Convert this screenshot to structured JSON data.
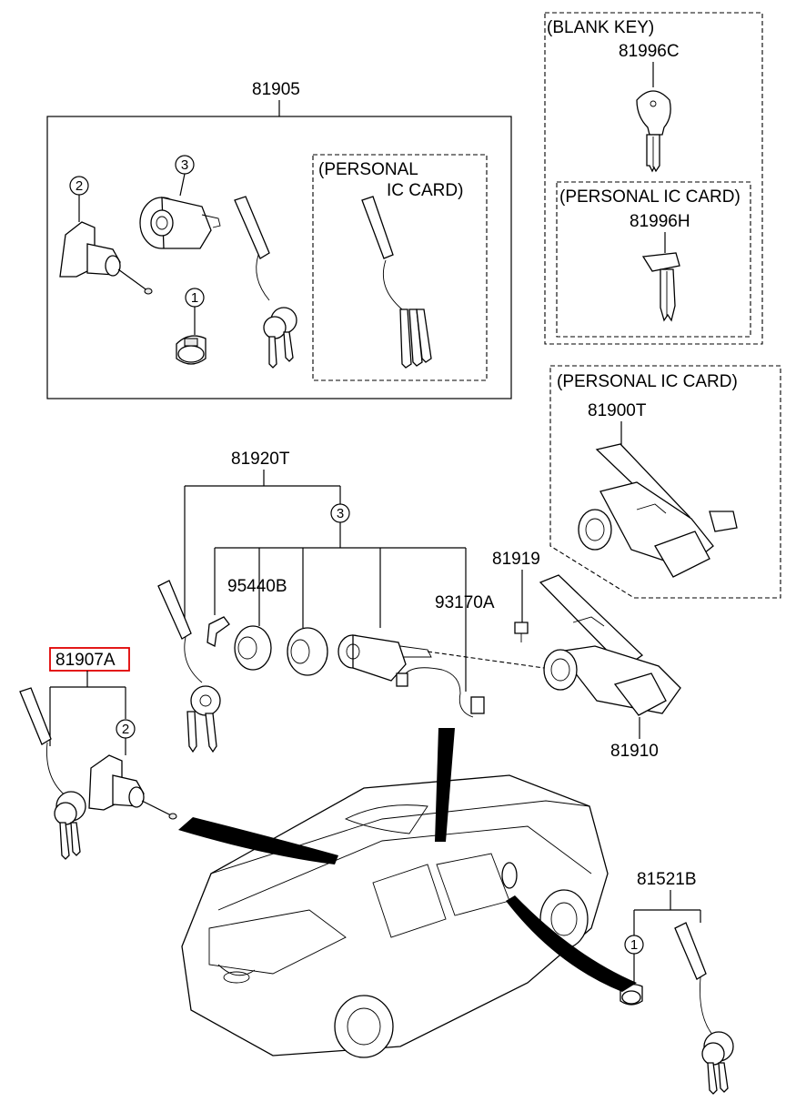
{
  "labels": {
    "blank_key_header": "(BLANK KEY)",
    "blank_key_part": "81996C",
    "pic_card_key_header": "(PERSONAL IC CARD)",
    "pic_card_key_part": "81996H",
    "set_81905": "81905",
    "pic_card_inner_line1": "(PERSONAL",
    "pic_card_inner_line2": "IC CARD)",
    "pic_card_lock_header": "(PERSONAL IC CARD)",
    "part_81900T": "81900T",
    "part_81920T": "81920T",
    "part_95440B": "95440B",
    "part_93170A": "93170A",
    "part_81919": "81919",
    "part_81910": "81910",
    "part_81907A": "81907A",
    "part_81521B": "81521B"
  },
  "callouts": {
    "c1": "1",
    "c2": "2",
    "c3": "3"
  },
  "colors": {
    "highlight": "#e00000",
    "line": "#000000"
  }
}
